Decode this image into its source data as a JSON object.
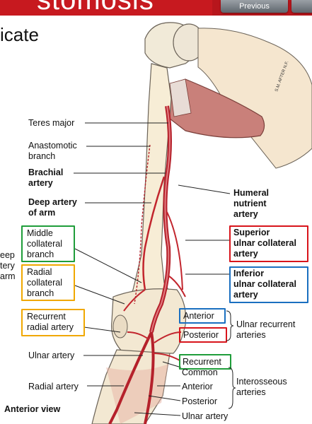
{
  "header": {
    "title_fragment": "stomosis",
    "prev_label": "Previous",
    "next_label": ""
  },
  "subtitle": "icate",
  "colors": {
    "title_red": "#c7191f",
    "box_green": "#1f9d3a",
    "box_orange": "#f0a800",
    "box_red": "#d8141b",
    "box_blue": "#1a6fc0"
  },
  "signature": "S.M. AFTER N.F.",
  "labels": {
    "teres_major": "Teres major",
    "anastomotic": [
      "Anastomotic",
      "branch"
    ],
    "brachial": [
      "Brachial",
      "artery"
    ],
    "deep_artery": [
      "Deep artery",
      "of arm"
    ],
    "humeral": [
      "Humeral",
      "nutrient",
      "artery"
    ],
    "middle_collateral": [
      "Middle",
      "collateral",
      "branch"
    ],
    "deep_left": [
      "eep",
      "tery",
      "arm"
    ],
    "radial_collateral": [
      "Radial",
      "collateral",
      "branch"
    ],
    "superior": [
      "Superior",
      "ulnar collateral",
      "artery"
    ],
    "inferior": [
      "Inferior",
      "ulnar collateral",
      "artery"
    ],
    "recurrent_radial": [
      "Recurrent",
      "radial artery"
    ],
    "anterior": "Anterior",
    "posterior": "Posterior",
    "ulnar_recurrent": [
      "Ulnar recurrent",
      "arteries"
    ],
    "ulnar_artery": "Ulnar artery",
    "recurrent": "Recurrent",
    "common": "Common",
    "anterior2": "Anterior",
    "posterior2": "Posterior",
    "interosseous": [
      "Interosseous",
      "arteries"
    ],
    "radial_artery": "Radial artery",
    "ulnar_artery_bottom": "Ulnar artery",
    "anterior_view": "Anterior view"
  }
}
